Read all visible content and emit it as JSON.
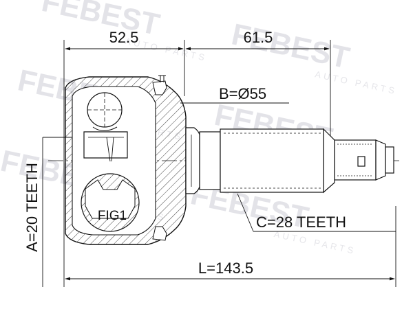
{
  "watermark": {
    "brand": "FEBEST",
    "tagline": "AUTO PARTS"
  },
  "dimensions": {
    "left_length": "52.5",
    "right_length": "61.5",
    "outer_diameter": "B=Ø55",
    "spline_teeth": "C=28 TEETH",
    "inner_teeth": "A=20 TEETH",
    "total_length": "L=143.5"
  },
  "figure_label": "FIG1",
  "colors": {
    "line": "#111111",
    "watermark": "#e3e3e8"
  }
}
